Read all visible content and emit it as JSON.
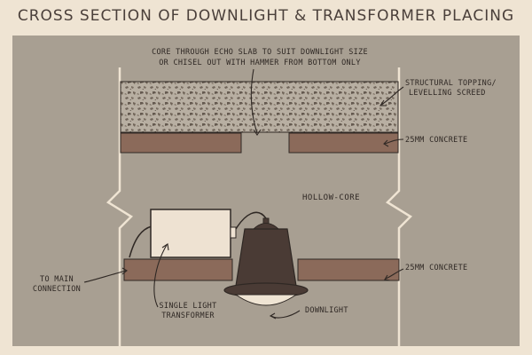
{
  "diagram": {
    "title": "CROSS SECTION OF DOWNLIGHT & TRANSFORMER PLACING",
    "labels": {
      "core_line1": "CORE THROUGH ECHO SLAB TO SUIT DOWNLIGHT SIZE",
      "core_line2": "OR CHISEL OUT WITH HAMMER FROM BOTTOM ONLY",
      "topping_line1": "STRUCTURAL TOPPING/",
      "topping_line2": "LEVELLING SCREED",
      "concrete_upper": "25MM CONCRETE",
      "hollow_core": "HOLLOW-CORE",
      "concrete_lower": "25MM CONCRETE",
      "main_line1": "TO MAIN",
      "main_line2": "CONNECTION",
      "transformer_line1": "SINGLE LIGHT",
      "transformer_line2": "TRANSFORMER",
      "downlight": "DOWNLIGHT"
    },
    "colors": {
      "background": "#efe4d3",
      "panel": "#a89f92",
      "screed": "#b6ada0",
      "concrete": "#8b6a5a",
      "transformer": "#eee2d2",
      "downlight": "#4a3b35",
      "outline": "#2f2824"
    }
  }
}
